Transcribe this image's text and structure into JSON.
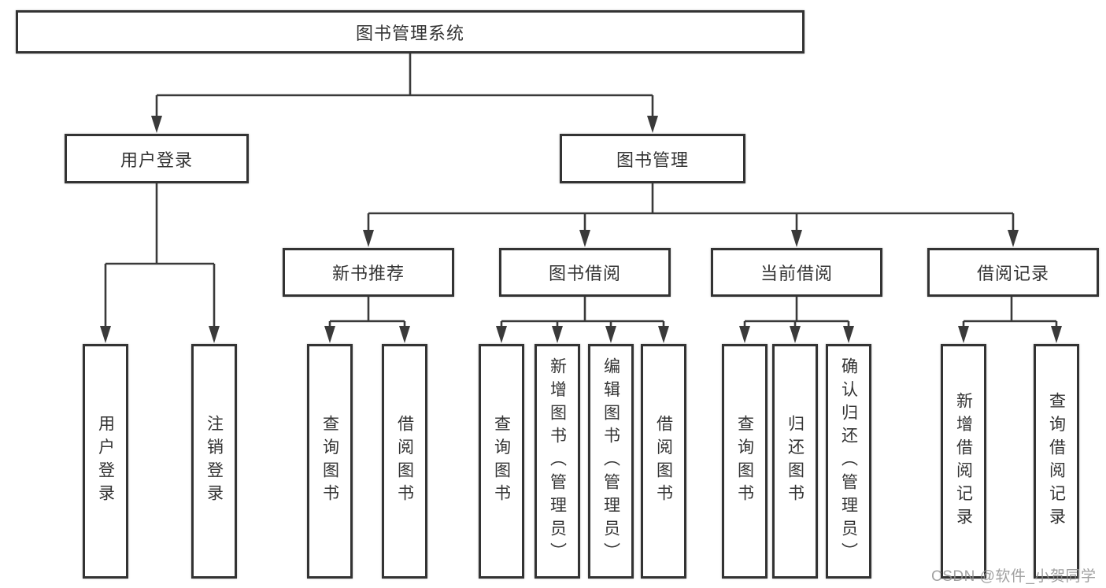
{
  "diagram": {
    "title": "图书管理系统",
    "root": "图书管理系统",
    "level2": [
      "用户登录",
      "图书管理"
    ],
    "level3": [
      "新书推荐",
      "图书借阅",
      "当前借阅",
      "借阅记录"
    ],
    "leaves": {
      "login": [
        "用户登录",
        "注销登录"
      ],
      "new_books": [
        "查询图书",
        "借阅图书"
      ],
      "book_borrow": [
        "查询图书",
        "新增图书（管理员）",
        "编辑图书（管理员）",
        "借阅图书"
      ],
      "current_borrow": [
        "查询图书",
        "归还图书",
        "确认归还（管理员）"
      ],
      "borrow_records": [
        "新增借阅记录",
        "查询借阅记录"
      ]
    }
  },
  "watermark": "CSDN @软件_小贺同学",
  "colors": {
    "line": "#3a3a3a",
    "box_border": "#333333",
    "text": "#333333",
    "watermark": "#919191",
    "background": "#ffffff"
  }
}
